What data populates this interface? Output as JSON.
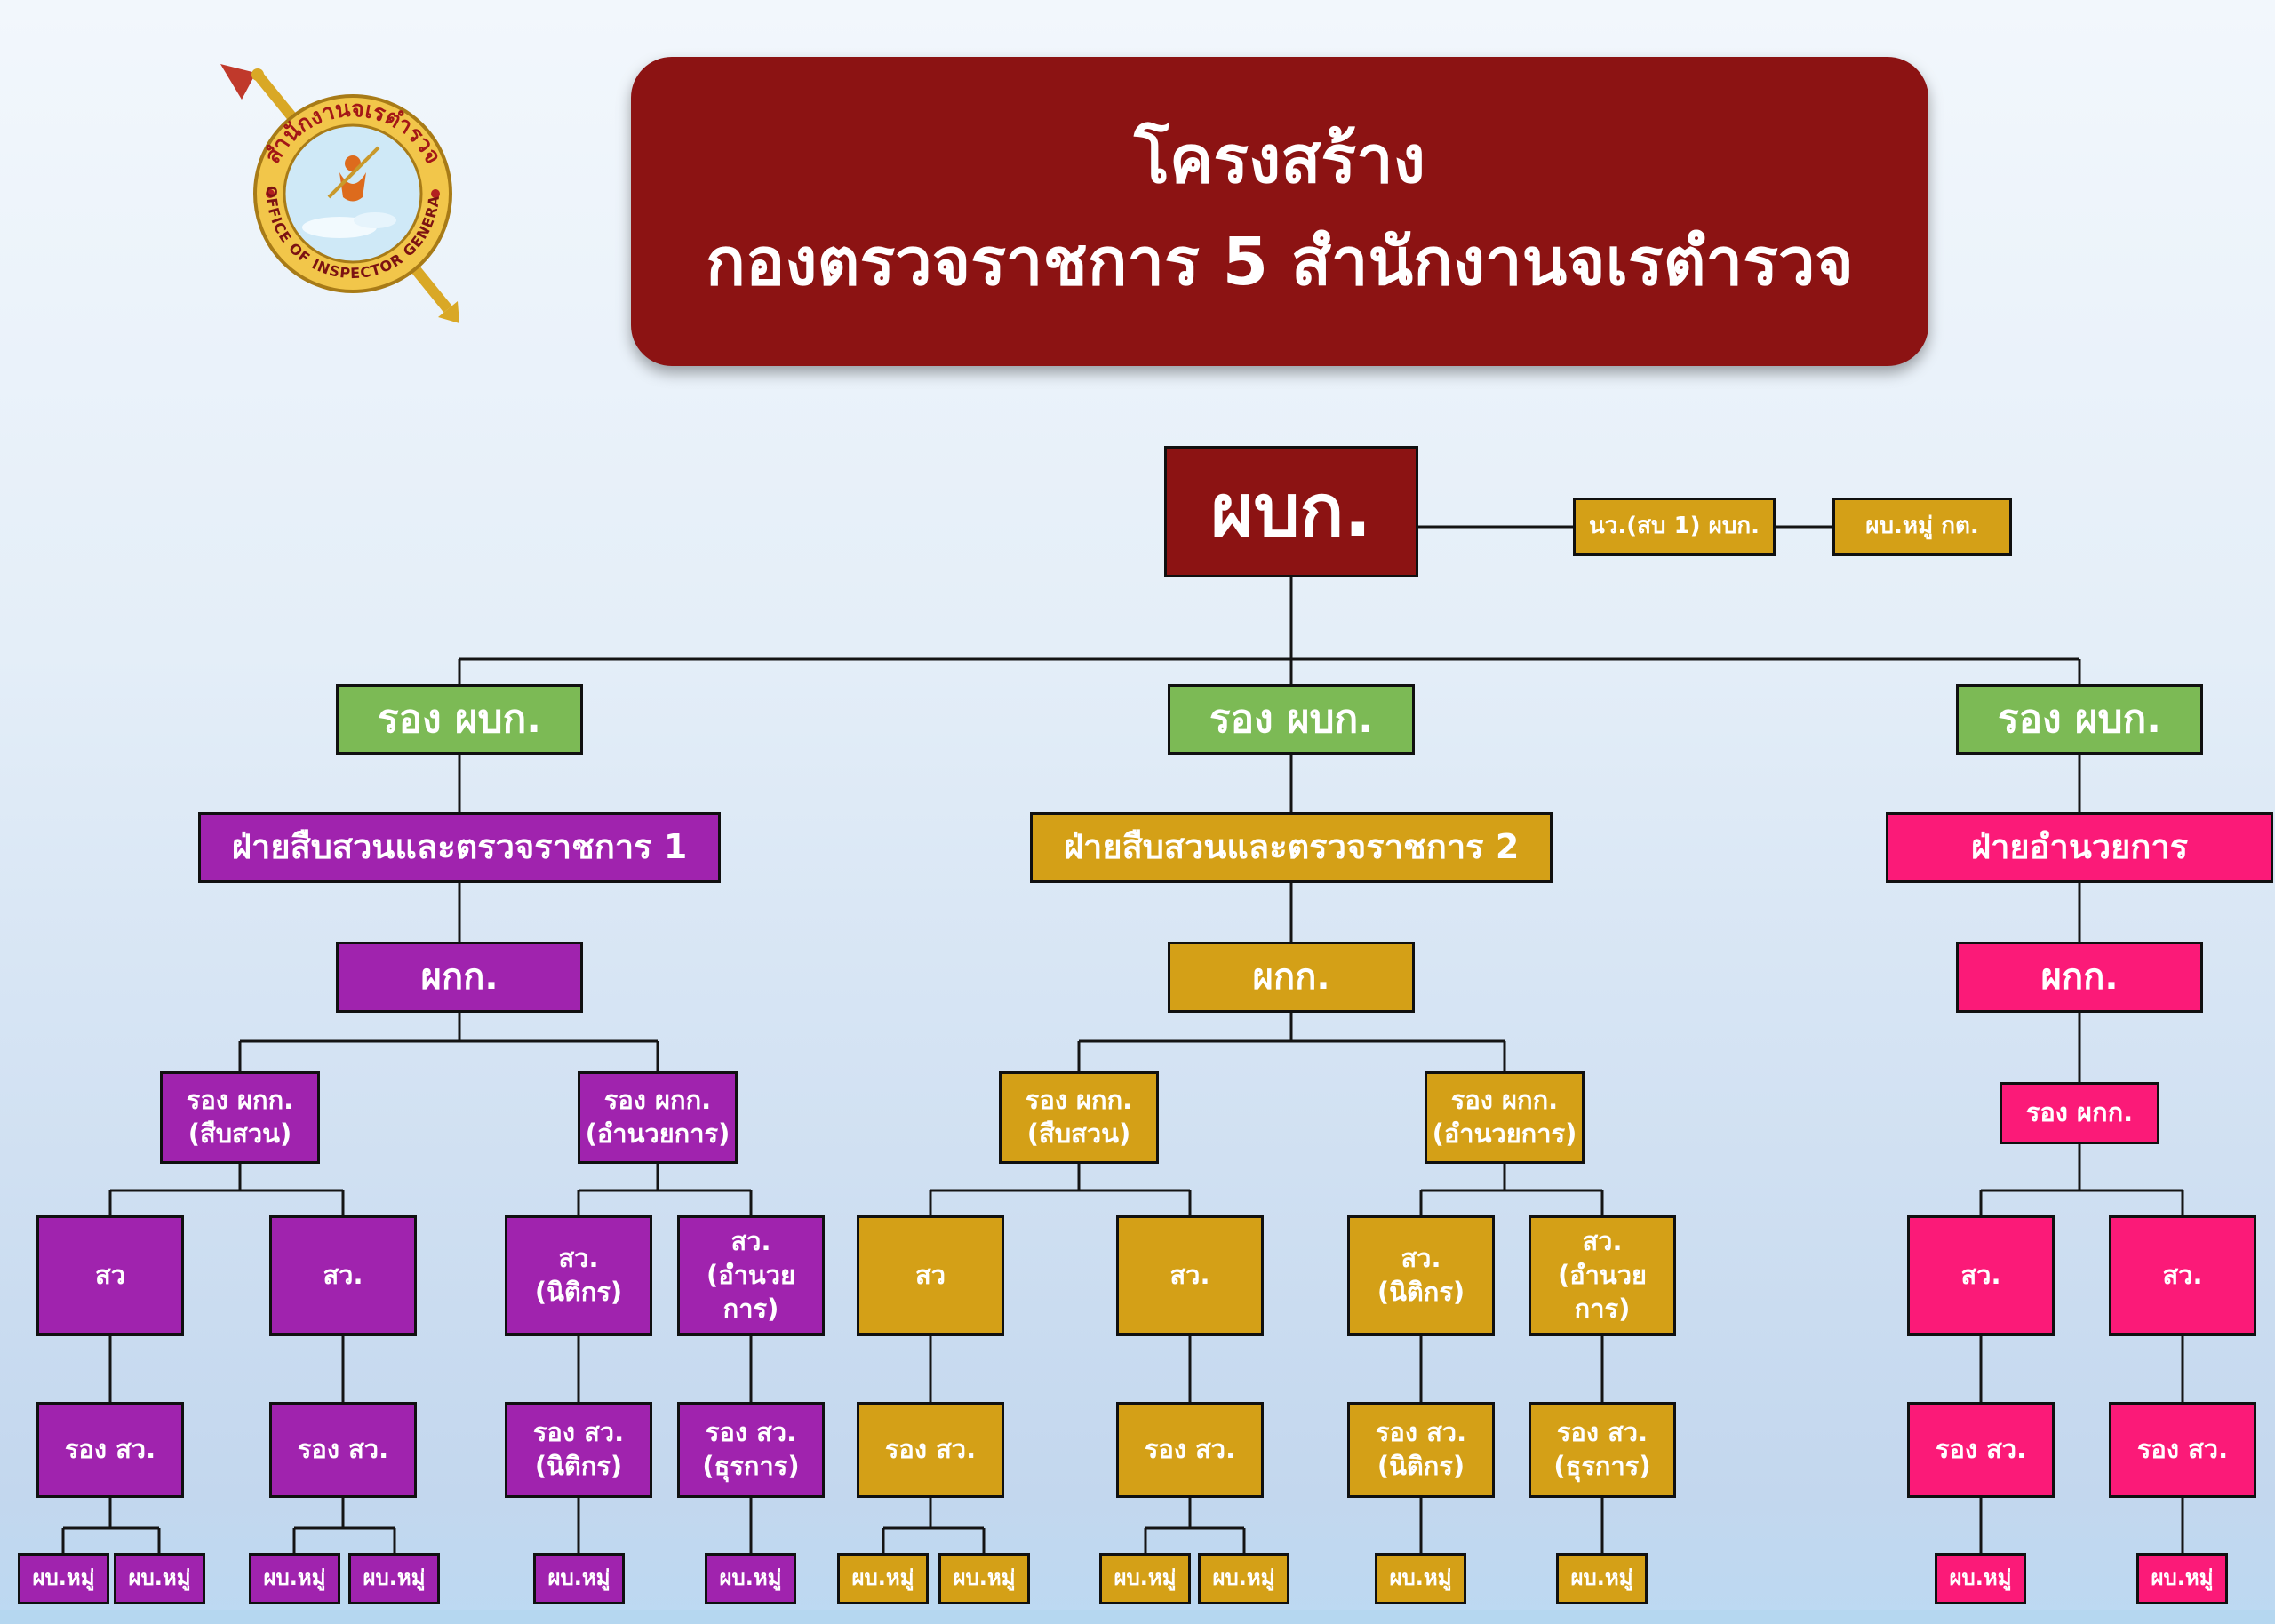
{
  "colors": {
    "dark_red": "#8c1313",
    "gold": "#d4a017",
    "green": "#7cba55",
    "purple": "#a023ae",
    "pink": "#fb1a78",
    "bg_top": "#f2f7fc",
    "bg_bottom": "#c3d7ee"
  },
  "title": {
    "line1": "โครงสร้าง",
    "line2": "กองตรวจราชการ 5 สำนักงานจเรตำรวจ"
  },
  "logo": {
    "arc_top": "สำนักงานจเรตำรวจ",
    "arc_bottom": "OFFICE OF INSPECTOR GENERAL"
  },
  "root": {
    "label": "ผบก."
  },
  "staff": {
    "aide": "นว.(สบ 1) ผบก.",
    "clerk": "ผบ.หมู่ กต."
  },
  "branches": [
    {
      "deputy": "รอง ผบก.",
      "division": "ฝ่ายสืบสวนและตรวจราชการ 1",
      "chief": "ผกก.",
      "deputy_chiefs": [
        {
          "l1": "รอง ผกก.",
          "l2": "(สืบสวน)"
        },
        {
          "l1": "รอง ผกก.",
          "l2": "(อำนวยการ)"
        }
      ],
      "inspectors": [
        {
          "l1": "สว",
          "l2": ""
        },
        {
          "l1": "สว.",
          "l2": ""
        },
        {
          "l1": "สว.",
          "l2": "(นิติกร)"
        },
        {
          "l1": "สว.",
          "l2": "(อำนวยการ)"
        }
      ],
      "deputy_inspectors": [
        {
          "l1": "รอง สว.",
          "l2": ""
        },
        {
          "l1": "รอง สว.",
          "l2": ""
        },
        {
          "l1": "รอง สว.",
          "l2": "(นิติกร)"
        },
        {
          "l1": "รอง สว.",
          "l2": "(ธุรการ)"
        }
      ],
      "squad_leaders": [
        "ผบ.หมู่",
        "ผบ.หมู่",
        "ผบ.หมู่",
        "ผบ.หมู่",
        "ผบ.หมู่",
        "ผบ.หมู่"
      ]
    },
    {
      "deputy": "รอง ผบก.",
      "division": "ฝ่ายสืบสวนและตรวจราชการ 2",
      "chief": "ผกก.",
      "deputy_chiefs": [
        {
          "l1": "รอง ผกก.",
          "l2": "(สืบสวน)"
        },
        {
          "l1": "รอง ผกก.",
          "l2": "(อำนวยการ)"
        }
      ],
      "inspectors": [
        {
          "l1": "สว",
          "l2": ""
        },
        {
          "l1": "สว.",
          "l2": ""
        },
        {
          "l1": "สว.",
          "l2": "(นิติกร)"
        },
        {
          "l1": "สว.",
          "l2": "(อำนวยการ)"
        }
      ],
      "deputy_inspectors": [
        {
          "l1": "รอง สว.",
          "l2": ""
        },
        {
          "l1": "รอง สว.",
          "l2": ""
        },
        {
          "l1": "รอง สว.",
          "l2": "(นิติกร)"
        },
        {
          "l1": "รอง สว.",
          "l2": "(ธุรการ)"
        }
      ],
      "squad_leaders": [
        "ผบ.หมู่",
        "ผบ.หมู่",
        "ผบ.หมู่",
        "ผบ.หมู่",
        "ผบ.หมู่",
        "ผบ.หมู่"
      ]
    },
    {
      "deputy": "รอง ผบก.",
      "division": "ฝ่ายอำนวยการ",
      "chief": "ผกก.",
      "deputy_chiefs": [
        {
          "l1": "รอง ผกก.",
          "l2": ""
        }
      ],
      "inspectors": [
        {
          "l1": "สว.",
          "l2": ""
        },
        {
          "l1": "สว.",
          "l2": ""
        }
      ],
      "deputy_inspectors": [
        {
          "l1": "รอง สว.",
          "l2": ""
        },
        {
          "l1": "รอง สว.",
          "l2": ""
        }
      ],
      "squad_leaders": [
        "ผบ.หมู่",
        "ผบ.หมู่"
      ]
    }
  ]
}
